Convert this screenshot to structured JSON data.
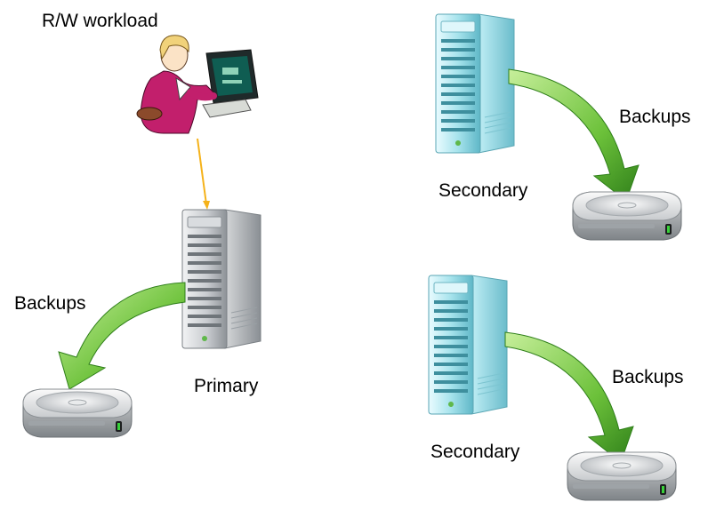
{
  "labels": {
    "workload": "R/W workload",
    "primary": "Primary",
    "secondary_top": "Secondary",
    "secondary_bottom": "Secondary",
    "backups_primary": "Backups",
    "backups_secondary_top": "Backups",
    "backups_secondary_bottom": "Backups"
  },
  "icons": {
    "user": "person-at-computer-icon",
    "primary_server": "gray-server-tower-icon",
    "secondary_server": "cyan-server-tower-icon",
    "disk": "hard-disk-icon",
    "backup_arrow": "green-curved-arrow-icon"
  },
  "colors": {
    "workload_connector": "#f5b21a",
    "arrow_green_dark": "#3f8f22",
    "arrow_green_light": "#b6e68a",
    "primary_server": "#9aa0a6",
    "secondary_server": "#7fd3e0",
    "disk_body": "#b9bcc0"
  }
}
